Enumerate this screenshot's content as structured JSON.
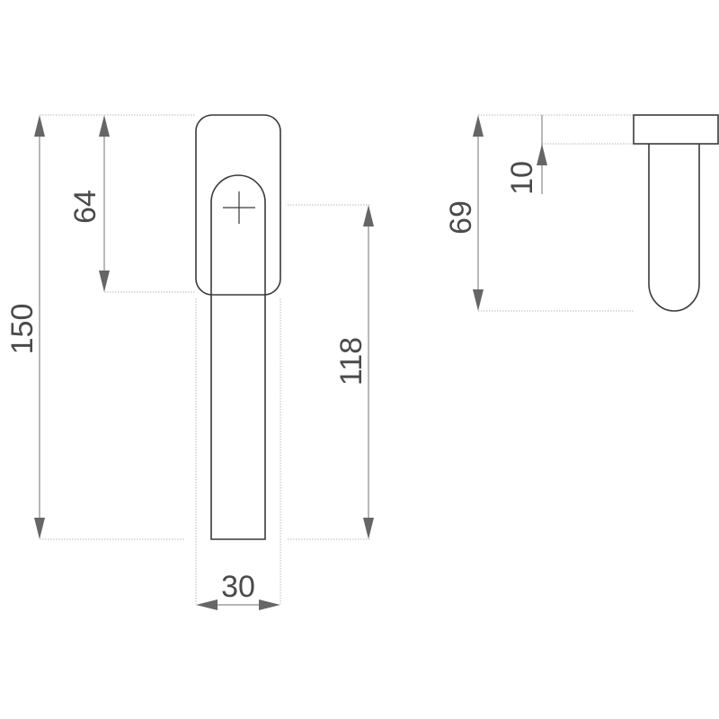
{
  "dimensions": {
    "overall_height": "150",
    "rose_height": "64",
    "lever_length": "118",
    "width": "30",
    "projection": "69",
    "rose_thickness": "10"
  },
  "colors": {
    "outline": "#3a3a3a",
    "dimension_line": "#8a8a8a",
    "arrow": "#666666",
    "text": "#4a4a4a"
  }
}
